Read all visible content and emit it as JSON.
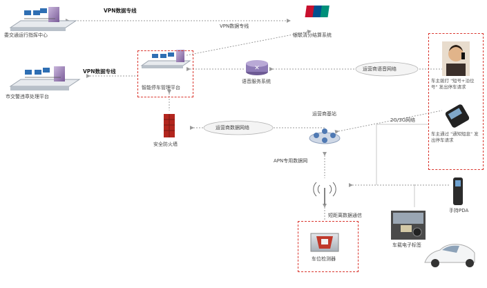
{
  "labels": {
    "traffic_center": "委交通运行指挥中心",
    "city_platform": "市交警违章处理平台",
    "vpn_line_top": "VPN数据专线",
    "vpn_line_mid": "VPN数据专线",
    "vpn_line_left": "VPN数据专线",
    "unionpay_system": "银联清分结算系统",
    "parking_platform": "智能停车管理平台",
    "voice_system": "语音服务系统",
    "operator_voice_net": "运营商语音网络",
    "driver_call": "车主拨打 \"短号+泊位号\" 发出停车请求",
    "sms_request": "车主通过 \"通知短息\" 发出停车请求",
    "network_3g": "2G/3G网络",
    "firewall": "安全防火墙",
    "operator_data_net": "运营商数据网络",
    "operator_base": "运营商基站",
    "apn_network": "APN专用数据网",
    "short_range_comm": "短距离数据通信",
    "handheld_pda": "手持PDA",
    "vehicle_detector": "车位检测器",
    "vehicle_plate": "车载电子标签"
  },
  "colors": {
    "dashed_red": "#d9332b",
    "arrow_gray": "#9a9a9a",
    "server_purple": "#8b6fa8",
    "monitor_blue": "#2f6fb3",
    "firewall_red": "#b3261e",
    "cloud_stroke": "#b5b5b5",
    "unionpay_red": "#c8102e"
  },
  "icons": [
    "server-cluster-icon",
    "unionpay-logo-icon",
    "voice-router-icon",
    "cloud-icon",
    "firewall-icon",
    "base-station-icon",
    "antenna-icon",
    "phone-person-icon",
    "sms-phone-icon",
    "pda-icon",
    "detector-icon",
    "car-icon",
    "dashboard-photo-icon"
  ]
}
